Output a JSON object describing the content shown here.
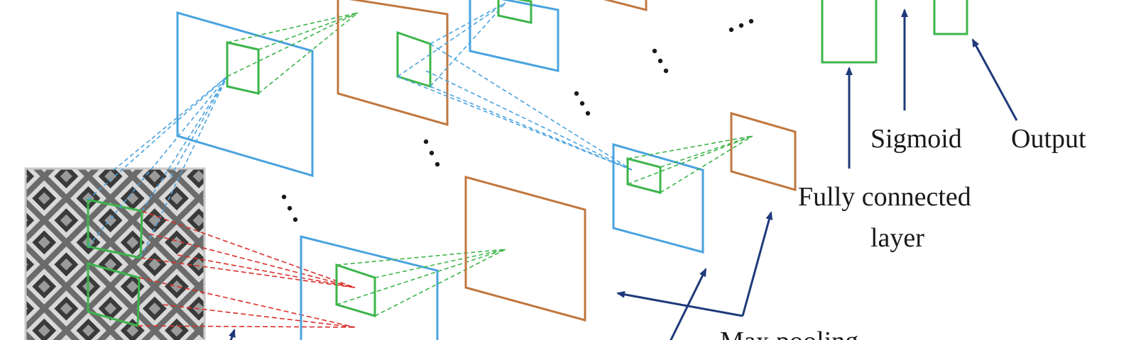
{
  "labels": {
    "sigmoid": "Sigmoid",
    "output": "Output",
    "fully_connected_line1": "Fully connected",
    "fully_connected_line2": "layer",
    "max_pooling": "Max pooling"
  },
  "colors": {
    "conv_blue": "#4aa3df",
    "pool_brown": "#c0773f",
    "kernel_green": "#3cb54a",
    "input_kernel_red": "#d9302c",
    "arrow_navy": "#1f3a7a",
    "text": "#1a1a1a"
  }
}
